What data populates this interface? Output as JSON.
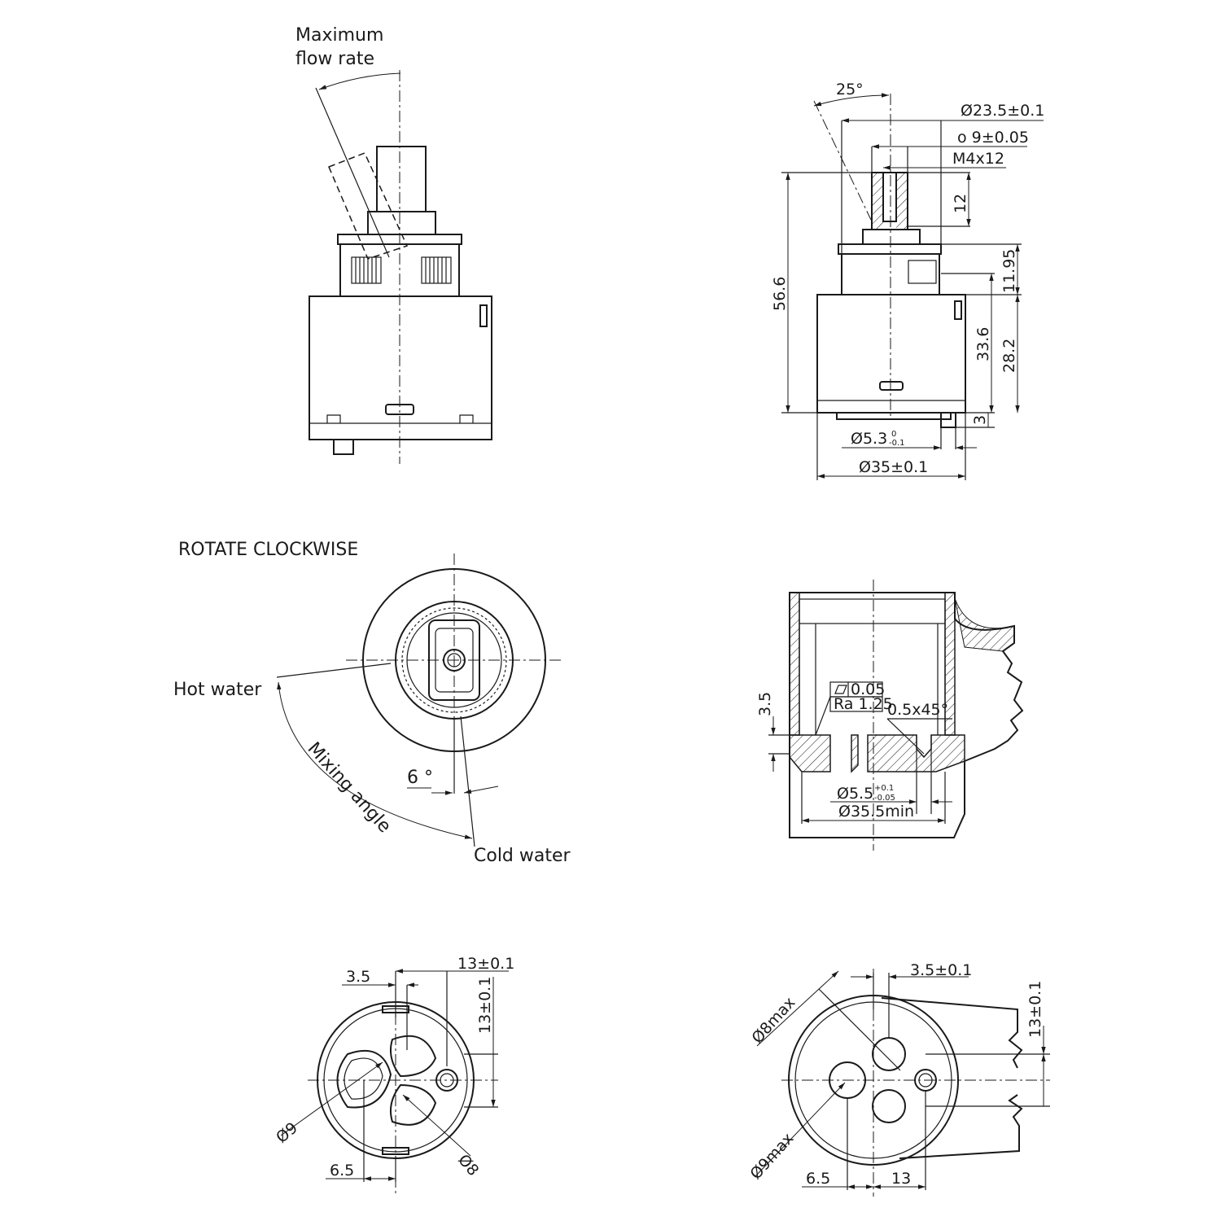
{
  "side_view": {
    "max_flow_line1": "Maximum",
    "max_flow_line2": "flow rate"
  },
  "dimension_view": {
    "angle": "25°",
    "d_body_top": "Ø23.5±0.1",
    "d_spindle": "o 9±0.05",
    "thread": "M4x12",
    "h_thread": "12",
    "h_total": "56.6",
    "h_upper": "11.95",
    "h_body": "33.6",
    "h_lower": "28.2",
    "h_pin": "3",
    "d_pin": "Ø5.3",
    "d_pin_tol_upper": "0",
    "d_pin_tol_lower": "-0.1",
    "d_body": "Ø35±0.1"
  },
  "top_view": {
    "title": "ROTATE CLOCKWISE",
    "hot": "Hot water",
    "cold": "Cold water",
    "mixing": "Mixing angle",
    "angle": "6 °"
  },
  "seat_section": {
    "flatness": "0.05",
    "roughness": "Ra 1.25",
    "chamfer": "0.5x45°",
    "h_step": "3.5",
    "d_hole": "Ø5.5",
    "d_hole_tol_upper": "+0.1",
    "d_hole_tol_lower": "-0.05",
    "d_min": "Ø35.5min"
  },
  "bottom_view": {
    "offset_small": "3.5",
    "spacing_h": "13±0.1",
    "spacing_v": "13±0.1",
    "d_hot": "Ø9",
    "d_cold": "Ø8",
    "offset_x": "6.5"
  },
  "seat_plan": {
    "offset": "3.5±0.1",
    "spacing_v": "13±0.1",
    "d_max_small": "Ø8max",
    "d_max_large": "Ø9max",
    "offset_x": "6.5",
    "spacing_h": "13"
  }
}
